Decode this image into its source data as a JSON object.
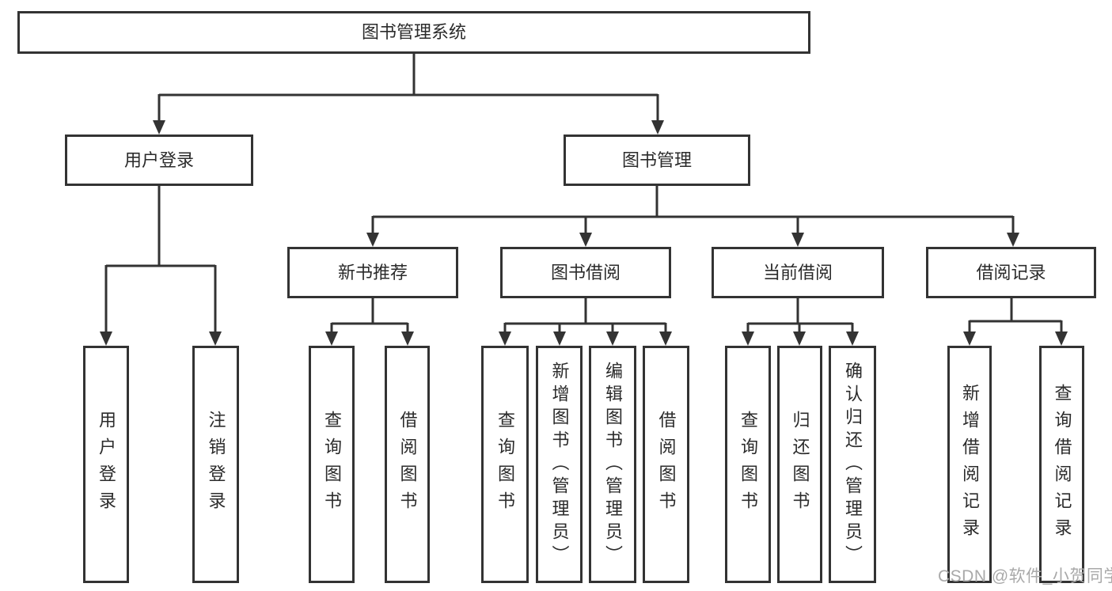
{
  "colors": {
    "background": "#ffffff",
    "box_border": "#333333",
    "line": "#333333",
    "text": "#2b2b2b",
    "watermark": "#a9a9a9"
  },
  "tree": {
    "label": "图书管理系统",
    "children": [
      {
        "label": "用户登录",
        "children": [
          {
            "label": "用户登录"
          },
          {
            "label": "注销登录"
          }
        ]
      },
      {
        "label": "图书管理",
        "children": [
          {
            "label": "新书推荐",
            "children": [
              {
                "label": "查询图书"
              },
              {
                "label": "借阅图书"
              }
            ]
          },
          {
            "label": "图书借阅",
            "children": [
              {
                "label": "查询图书"
              },
              {
                "label": "新增图书（管理员）"
              },
              {
                "label": "编辑图书（管理员）"
              },
              {
                "label": "借阅图书"
              }
            ]
          },
          {
            "label": "当前借阅",
            "children": [
              {
                "label": "查询图书"
              },
              {
                "label": "归还图书"
              },
              {
                "label": "确认归还（管理员）"
              }
            ]
          },
          {
            "label": "借阅记录",
            "children": [
              {
                "label": "新增借阅记录"
              },
              {
                "label": "查询借阅记录"
              }
            ]
          }
        ]
      }
    ]
  },
  "watermark": {
    "text": "CSDN @软件_小贺同学"
  }
}
